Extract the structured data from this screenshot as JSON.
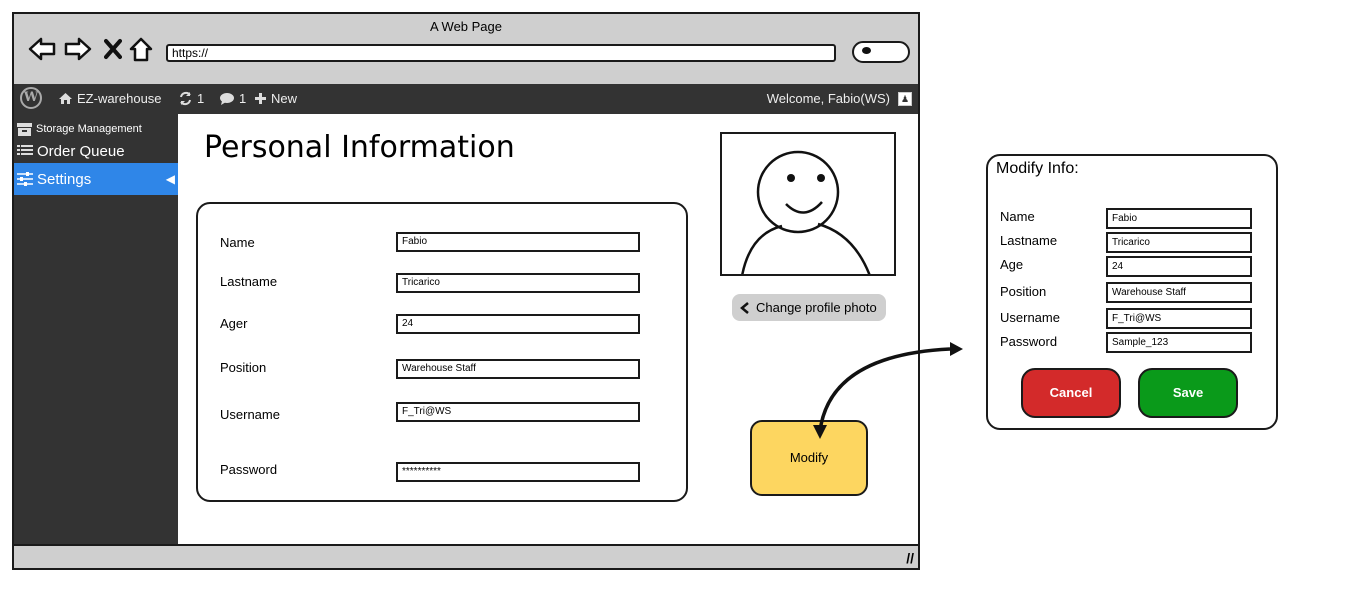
{
  "window": {
    "title": "A Web Page",
    "url": "https://"
  },
  "browser_nav": {
    "back_icon": "back-arrow-icon",
    "forward_icon": "forward-arrow-icon",
    "stop_icon": "close-icon",
    "home_icon": "home-icon"
  },
  "adminbar": {
    "site_name": "EZ-warehouse",
    "updates_count": "1",
    "comments_count": "1",
    "new_label": "New",
    "welcome": "Welcome, Fabio(WS)"
  },
  "sidebar": {
    "items": [
      {
        "label": "Storage Management",
        "icon": "archive-icon"
      },
      {
        "label": "Order Queue",
        "icon": "list-icon"
      },
      {
        "label": "Settings",
        "icon": "sliders-icon",
        "active": true
      }
    ]
  },
  "main": {
    "title": "Personal Information",
    "fields": [
      {
        "label": "Name",
        "value": "Fabio"
      },
      {
        "label": "Lastname",
        "value": "Tricarico"
      },
      {
        "label": "Ager",
        "value": "24"
      },
      {
        "label": "Position",
        "value": "Warehouse Staff"
      },
      {
        "label": "Username",
        "value": "F_Tri@WS"
      },
      {
        "label": "Password",
        "value": "**********"
      }
    ],
    "change_photo_label": "Change profile photo",
    "modify_label": "Modify"
  },
  "dialog": {
    "title": "Modify Info:",
    "fields": [
      {
        "label": "Name",
        "value": "Fabio"
      },
      {
        "label": "Lastname",
        "value": "Tricarico"
      },
      {
        "label": "Age",
        "value": "24"
      },
      {
        "label": "Position",
        "value": "Warehouse Staff"
      },
      {
        "label": "Username",
        "value": "F_Tri@WS"
      },
      {
        "label": "Password",
        "value": "Sample_123"
      }
    ],
    "cancel_label": "Cancel",
    "save_label": "Save"
  },
  "colors": {
    "adminbar": "#333333",
    "active_item": "#2f86e8",
    "modify_button": "#fdd660",
    "cancel_button": "#d32a2a",
    "save_button": "#0a9a1a"
  }
}
